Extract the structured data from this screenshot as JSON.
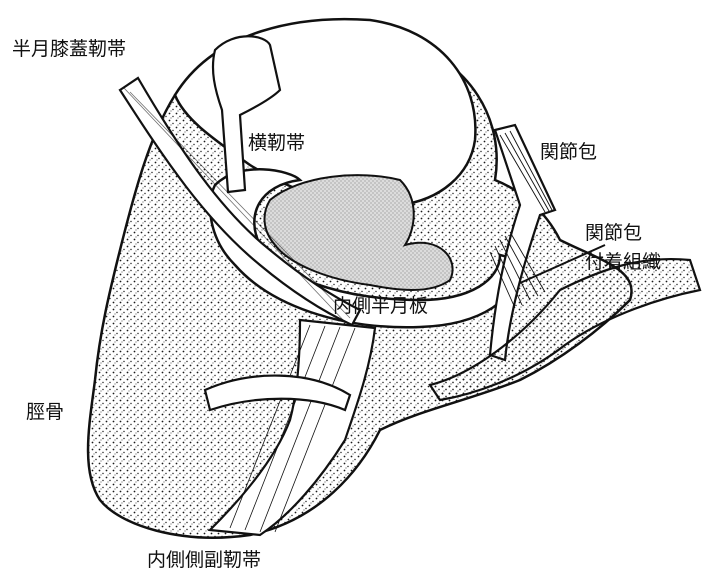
{
  "labels": {
    "patellomeniscal_ligament": "半月膝蓋靭帯",
    "transverse_ligament": "横靭帯",
    "joint_capsule": "関節包",
    "capsule_attachment_line1": "関節包",
    "capsule_attachment_line2": "付着組織",
    "medial_meniscus": "内側半月板",
    "tibia": "脛骨",
    "medial_collateral_ligament": "内側側副靭帯"
  },
  "colors": {
    "ink": "#111111",
    "bone_stipple": "#1a1a1a",
    "cartilage": "#cfcfcf",
    "paper": "#ffffff"
  }
}
